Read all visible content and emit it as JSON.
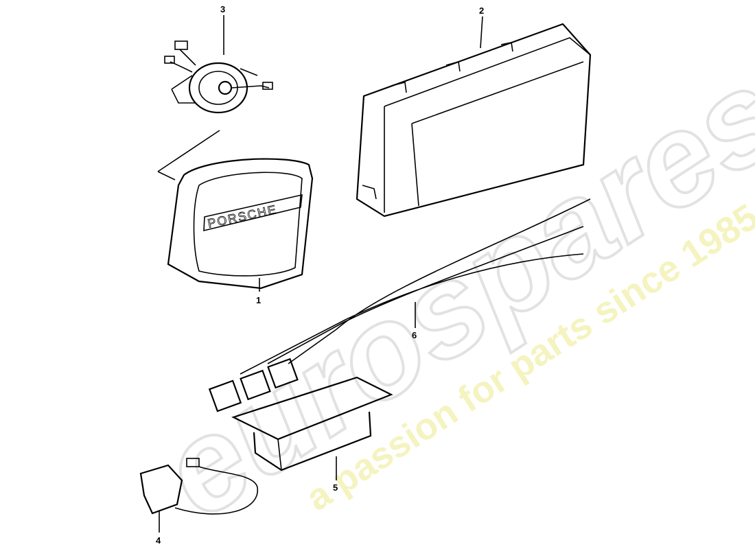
{
  "diagram": {
    "callouts": [
      "1",
      "2",
      "3",
      "4",
      "5",
      "6"
    ],
    "part_lettering": "PORSCHE"
  },
  "watermark": {
    "brand": "eurospares",
    "tagline": "a passion for parts since 1985",
    "brand_color": "#e6e6e6",
    "tagline_color": "#f2f0a8"
  }
}
